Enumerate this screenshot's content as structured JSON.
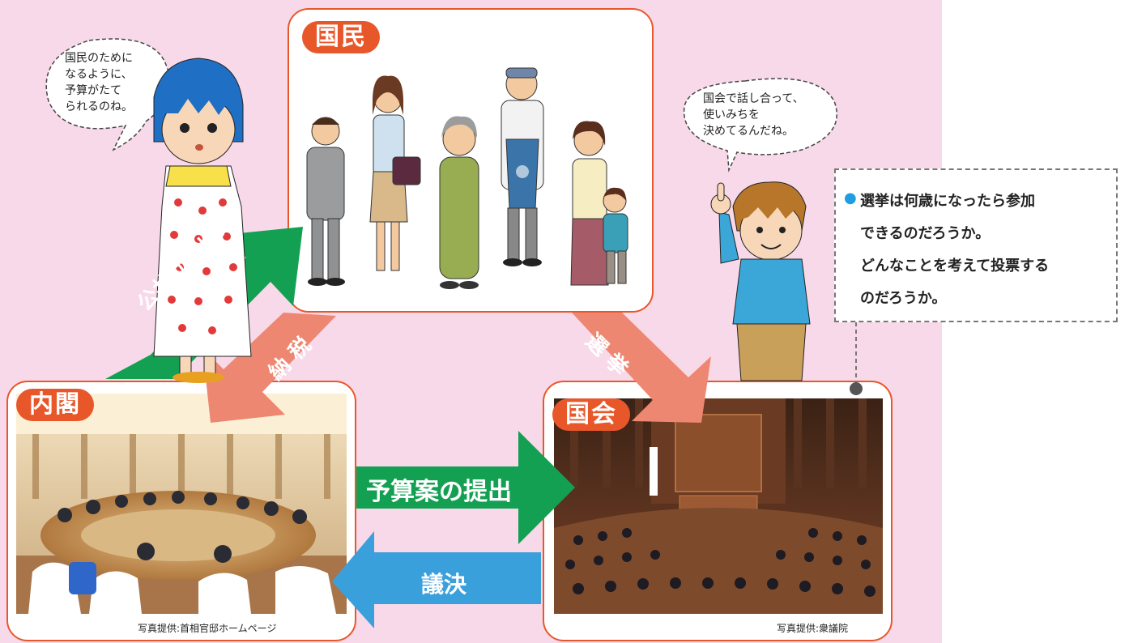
{
  "colors": {
    "background": "#f8d9e9",
    "panel_border": "#e8572a",
    "tag": "#e8572a",
    "green_arrow": "#14a052",
    "salmon_arrow": "#ee8771",
    "blue_arrow": "#3aa0dc",
    "note_bullet": "#1e9de0"
  },
  "panels": {
    "people": {
      "label": "国民"
    },
    "cabinet": {
      "label": "内閣",
      "credit": "写真提供:首相官邸ホームページ"
    },
    "diet": {
      "label": "国会",
      "credit": "写真提供:衆議院"
    }
  },
  "arrows": {
    "public_services": "公共サービス",
    "tax": "納 税",
    "election": "選 挙",
    "budget_submission": "予算案の提出",
    "resolution": "議決"
  },
  "bubbles": {
    "girl": [
      "国民のために",
      "なるように、",
      "予算がたて",
      "られるのね。"
    ],
    "boy": [
      "国会で話し合って、",
      "使いみちを",
      "決めてるんだね。"
    ]
  },
  "note": {
    "bullet": "●",
    "lines": [
      "選挙は何歳になったら参加",
      "できるのだろうか。",
      "どんなことを考えて投票する",
      "のだろうか。"
    ]
  },
  "icons": [
    "people-illustration",
    "girl-illustration",
    "boy-illustration",
    "cabinet-meeting-photo",
    "diet-chamber-photo"
  ]
}
